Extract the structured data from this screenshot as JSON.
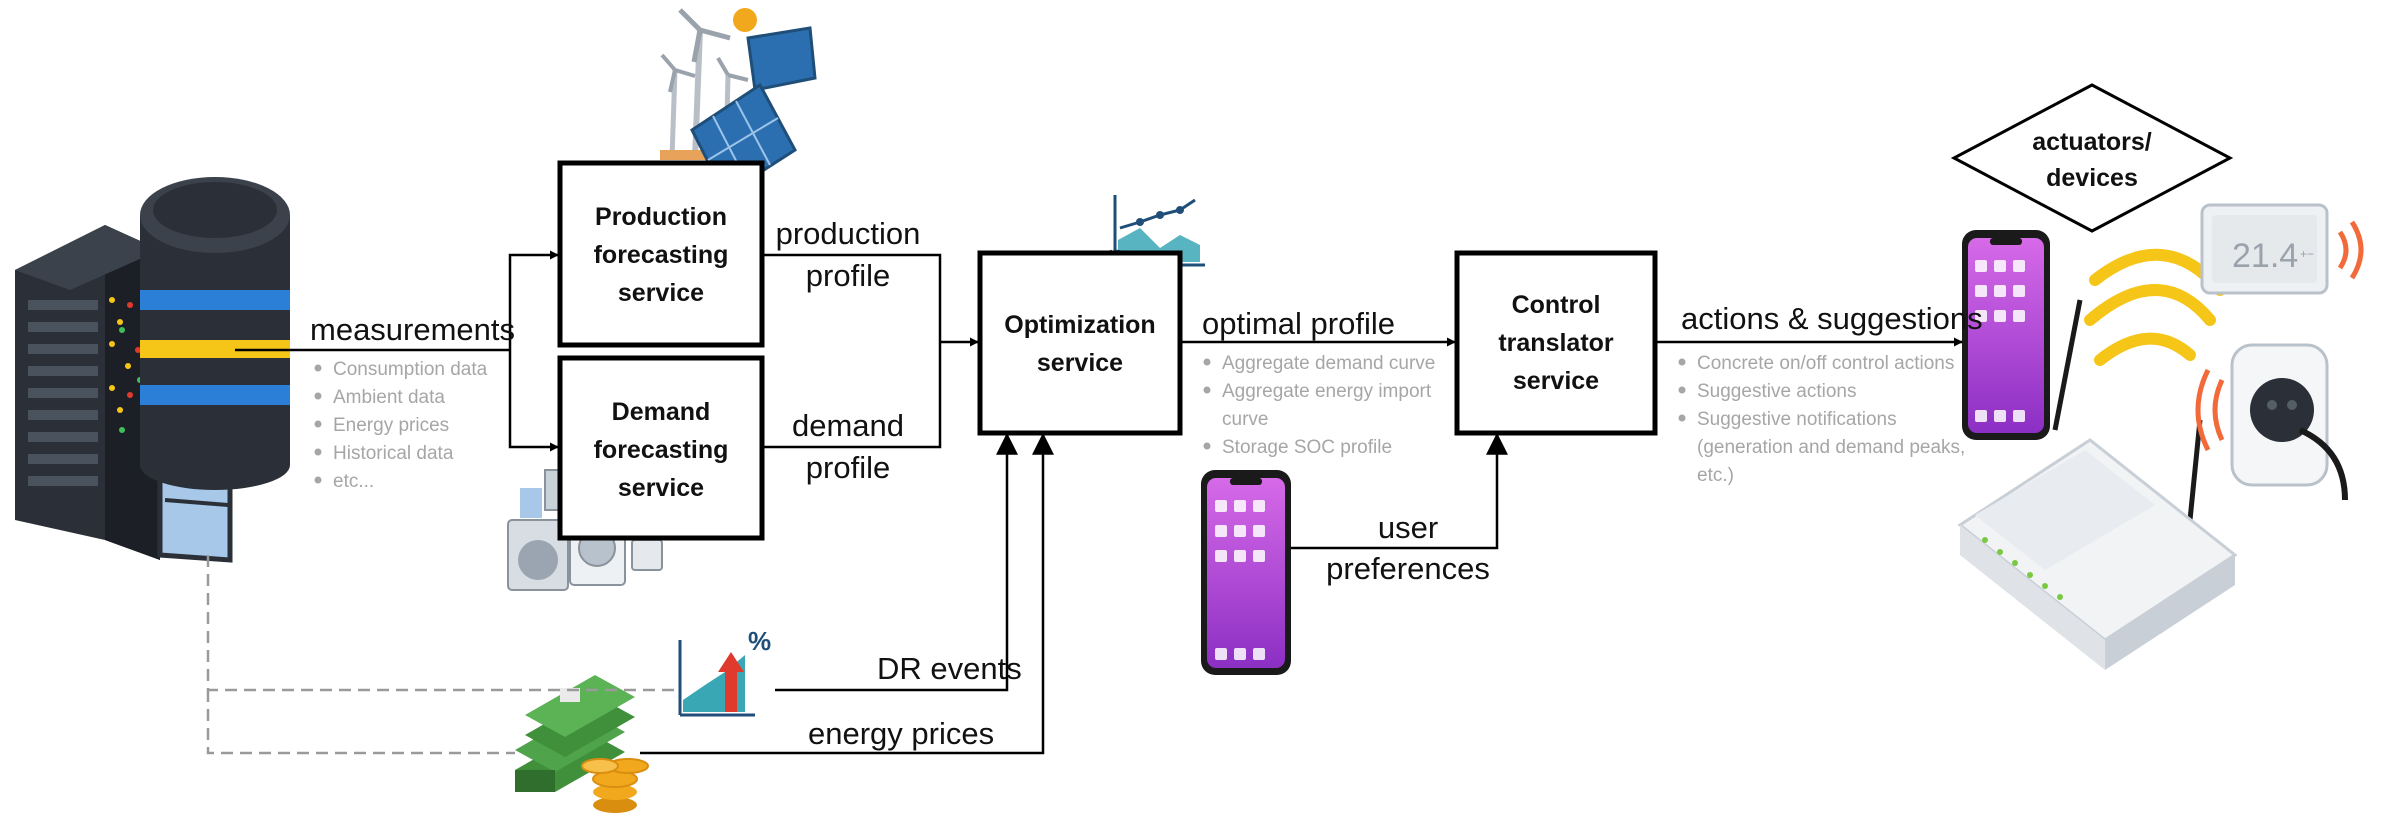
{
  "boxes": {
    "production": [
      "Production",
      "forecasting",
      "service"
    ],
    "demand": [
      "Demand",
      "forecasting",
      "service"
    ],
    "optimization": [
      "Optimization",
      "service"
    ],
    "control": [
      "Control",
      "translator",
      "service"
    ],
    "actuators": [
      "actuators/",
      "devices"
    ]
  },
  "labels": {
    "measurements": "measurements",
    "production_profile": [
      "production",
      "profile"
    ],
    "demand_profile": [
      "demand",
      "profile"
    ],
    "optimal_profile": "optimal profile",
    "actions_suggestions": "actions & suggestions",
    "user_preferences": [
      "user",
      "preferences"
    ],
    "dr_events": "DR events",
    "energy_prices": "energy prices"
  },
  "measurements_items": [
    "Consumption data",
    "Ambient data",
    "Energy prices",
    "Historical data",
    "etc..."
  ],
  "optimal_profile_items": [
    "Aggregate demand curve",
    "Aggregate energy import",
    "curve",
    "Storage SOC profile"
  ],
  "actions_items": [
    "Concrete on/off control actions",
    "Suggestive actions",
    "Suggestive notifications",
    "(generation and demand peaks,",
    "etc.)"
  ],
  "thermostat_reading": "21.4",
  "thermostat_symbols": "+−",
  "dr_percent": "%",
  "colors": {
    "box_border": "#000000",
    "text": "#111111",
    "muted_text": "#a6a6a6",
    "dashed_line": "#9a9a9a",
    "phone_screen": "#b03ad6",
    "server_dark": "#2b3038",
    "storage_blue": "#2c7fd6",
    "chart_teal": "#3aa7b5",
    "chart_navy": "#1f4e79",
    "wifi_yellow": "#f5c518",
    "signal_orange": "#f26a3a",
    "money_green": "#3f8f3b",
    "coin_gold": "#f2a81d"
  },
  "icons": [
    "server-rack-icon",
    "database-icon",
    "wind-turbine-icon",
    "solar-panel-icon",
    "sun-icon",
    "appliances-icon",
    "analytics-chart-icon",
    "gear-icon",
    "percent-growth-chart-icon",
    "money-stack-icon",
    "coins-icon",
    "smartphone-icon",
    "router-icon",
    "wifi-icon",
    "thermostat-icon",
    "smart-plug-icon"
  ]
}
